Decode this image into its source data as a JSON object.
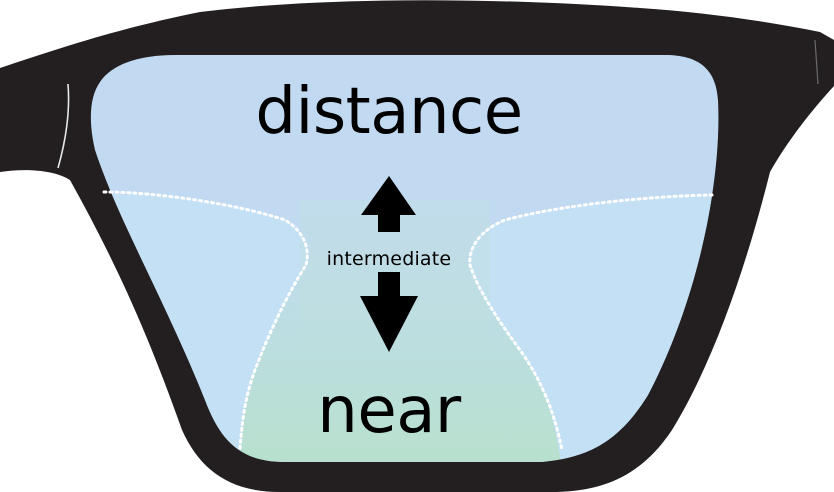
{
  "labels": {
    "distance": "distance",
    "intermediate": "intermediate",
    "near": "near"
  },
  "colors": {
    "frame": "#231f20",
    "distance_zone": "#c2daf1",
    "side_zone": "#c4e0f5",
    "intermediate_zone": "#bcdee2",
    "near_zone": "#b8e0cc",
    "zone_boundary": "#ffffff",
    "arrow": "#000000"
  }
}
